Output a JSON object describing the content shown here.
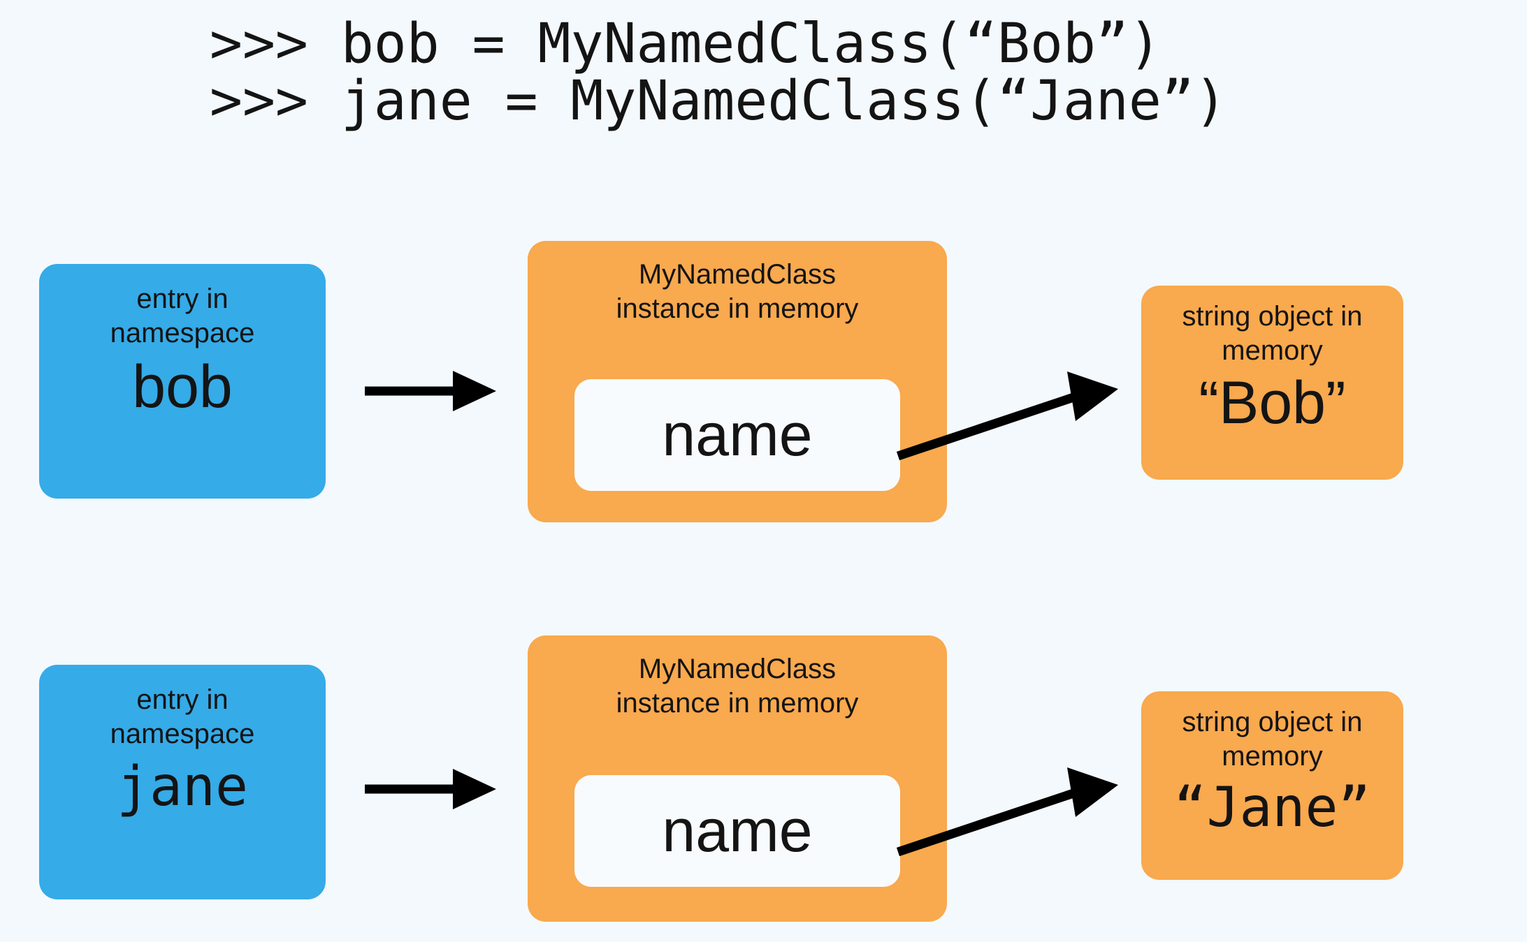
{
  "background_color": "#f4f9fd",
  "palette": {
    "namespace_box": "#35abe8",
    "object_box": "#f9a94e",
    "attribute_slot": "#f8fbfe",
    "text": "#141414",
    "arrow": "#000000"
  },
  "code": {
    "line1": ">>> bob = MyNamedClass(“Bob”)",
    "line2": ">>> jane = MyNamedClass(“Jane”)"
  },
  "rows": [
    {
      "id": "bob",
      "namespace_box": {
        "caption_line1": "entry in",
        "caption_line2": "namespace",
        "value": "bob"
      },
      "instance_box": {
        "caption_line1": "MyNamedClass",
        "caption_line2": "instance in memory",
        "attribute": "name"
      },
      "string_box": {
        "caption_line1": "string object in",
        "caption_line2": "memory",
        "value": "“Bob”"
      },
      "arrows": {
        "namespace_to_instance": "arrow-right-icon",
        "attribute_to_string": "arrow-diagonal-up-right-icon"
      }
    },
    {
      "id": "jane",
      "namespace_box": {
        "caption_line1": "entry in",
        "caption_line2": "namespace",
        "value": "jane"
      },
      "instance_box": {
        "caption_line1": "MyNamedClass",
        "caption_line2": "instance in memory",
        "attribute": "name"
      },
      "string_box": {
        "caption_line1": "string object in",
        "caption_line2": "memory",
        "value": "“Jane”"
      },
      "arrows": {
        "namespace_to_instance": "arrow-right-icon",
        "attribute_to_string": "arrow-diagonal-up-right-icon"
      }
    }
  ]
}
